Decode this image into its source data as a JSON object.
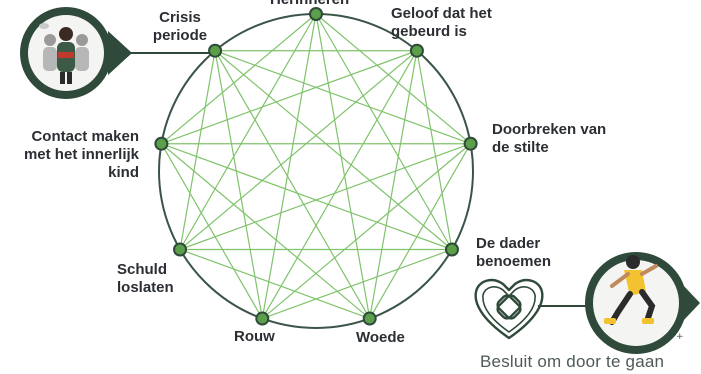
{
  "diagram": {
    "nodes": [
      {
        "id": "herinneren",
        "label": "Herinneren"
      },
      {
        "id": "geloof",
        "label": "Geloof dat het\ngebeurd is"
      },
      {
        "id": "doorbreken",
        "label": "Doorbreken van\nde stilte"
      },
      {
        "id": "dader",
        "label": "De dader\nbenoemen"
      },
      {
        "id": "woede",
        "label": "Woede"
      },
      {
        "id": "rouw",
        "label": "Rouw"
      },
      {
        "id": "schuld",
        "label": "Schuld\nloslaten"
      },
      {
        "id": "kind",
        "label": "Contact maken\nmet het innerlijk\nkind"
      },
      {
        "id": "crisis",
        "label": "Crisis\nperiode"
      }
    ],
    "caption": "Besluit om door te gaan",
    "colors": {
      "circle": "#3a5447",
      "lines": "#7fc36b",
      "node_fill": "#5b9f4a",
      "node_stroke": "#2f4a3a",
      "badge": "#2f4a3a",
      "heart": "#2f4a3a"
    },
    "icons": {
      "start": "person-group-icon",
      "end": "running-person-icon",
      "heart": "heart-bandage-icon"
    }
  }
}
